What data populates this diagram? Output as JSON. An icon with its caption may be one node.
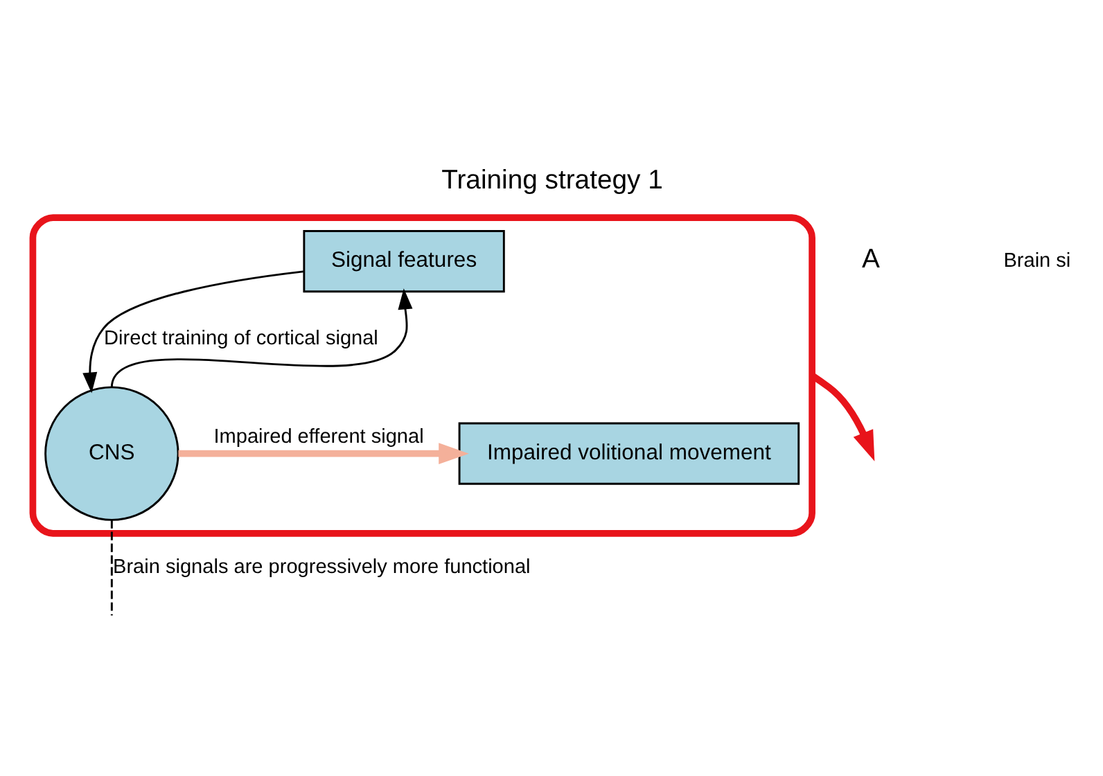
{
  "diagram": {
    "title": "Training strategy 1",
    "nodes": [
      {
        "text": [],
        "shape": "ellipse"
      },
      {
        "text": [
          "Signal features"
        ],
        "in": 0
      },
      {
        "text": [
          "CNS"
        ],
        "in": 0
      },
      {
        "text": [
          "Impaired volitional movement"
        ],
        "in": 0
      }
    ],
    "edges": [
      {
        "from": 2,
        "to": 1,
        "arrow": "to"
      },
      {
        "from": 1,
        "to": 2,
        "arrow": "to",
        "label": "Direct training of cortical signal"
      },
      {
        "from": 2,
        "to": 3,
        "arrow": "to",
        "label": "Impaired efferent signal",
        "style": "thick",
        "color": "#f4b09a"
      },
      {
        "from": 2,
        "to": null,
        "arrow": "none",
        "style": "dashed",
        "label": "Brain signals are progressively more functional"
      },
      {
        "from": 0,
        "to": null,
        "arrow": "to",
        "style": "thick",
        "color": "#e8141b"
      }
    ],
    "labels": [
      "A",
      "Brain si"
    ]
  }
}
